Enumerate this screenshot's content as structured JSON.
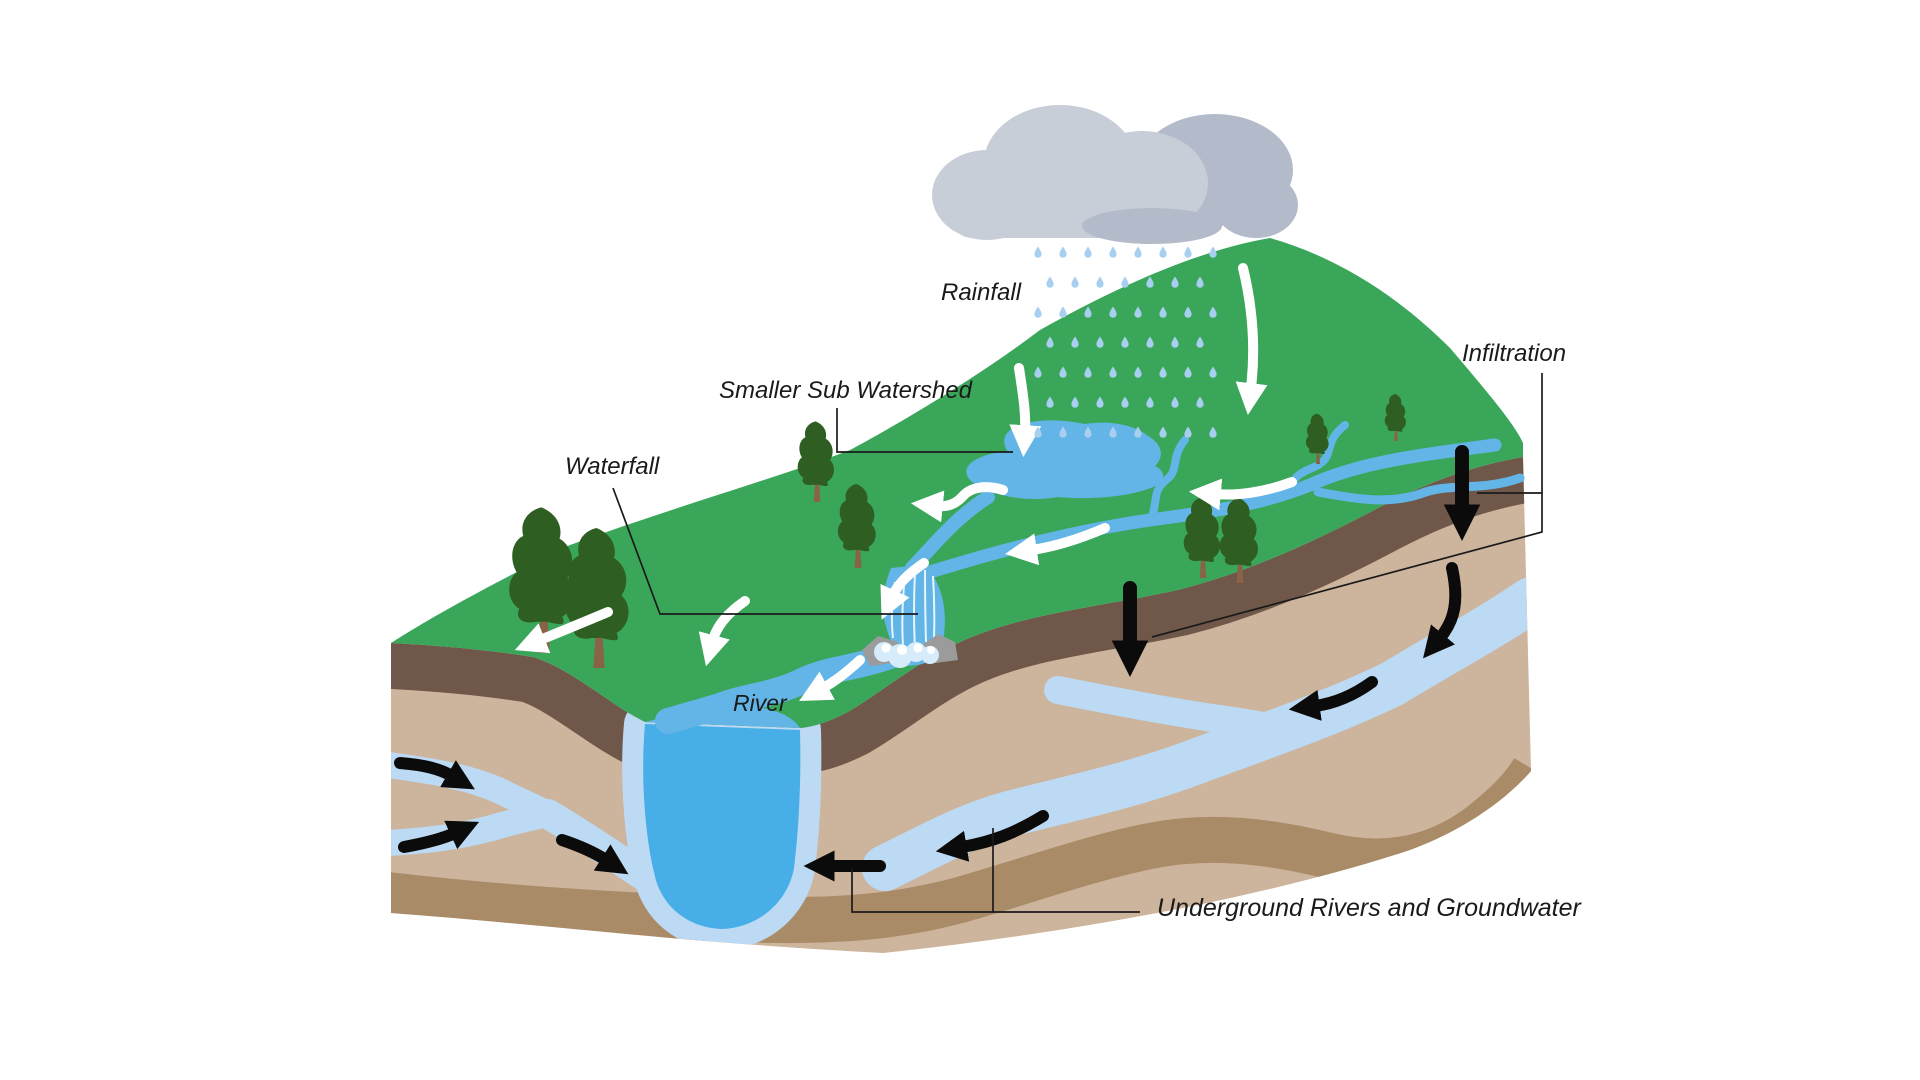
{
  "diagram": {
    "type": "watershed-cross-section",
    "labels": {
      "rainfall": "Rainfall",
      "smaller_sub_watershed": "Smaller Sub Watershed",
      "waterfall": "Waterfall",
      "infiltration": "Infiltration",
      "river": "River",
      "underground": "Underground Rivers and Groundwater"
    },
    "colors": {
      "background": "#ffffff",
      "grass": "#3aa65a",
      "topsoil_band": "#6f5849",
      "subsoil_tan": "#cdb49c",
      "bottom_band": "#aa8b67",
      "river_blue": "#47aee8",
      "stream_blue": "#62b5e6",
      "groundwater_blue": "#bcdaf3",
      "cloud_light": "#c8ced8",
      "cloud_dark": "#b3bbca",
      "rain_drop": "#a9cff0",
      "tree_canopy": "#2f5e22",
      "tree_trunk": "#8a6248",
      "rock_gray": "#9b9b9b",
      "arrow_black": "#0b0b0b",
      "arrow_white": "#ffffff",
      "label_text": "#1a1a1a"
    },
    "icons": [
      "cloud-icon",
      "rain-drop-icon",
      "tree-icon",
      "flow-arrow-white-icon",
      "groundwater-arrow-black-icon"
    ]
  }
}
